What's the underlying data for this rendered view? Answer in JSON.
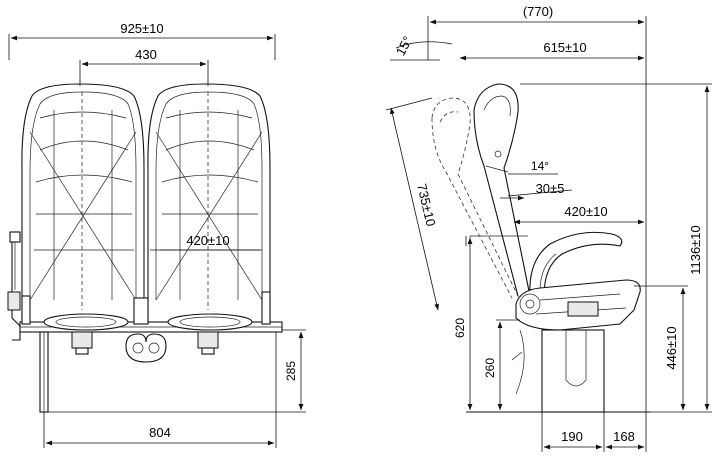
{
  "front_view": {
    "overall_width": "925±10",
    "seat_spacing": "430",
    "seat_depth": "420±10",
    "base_width": "804",
    "leg_height": "285"
  },
  "side_view": {
    "overall_depth": "(770)",
    "recline_angle": "15°",
    "depth_front": "615±10",
    "back_length": "735±10",
    "armrest_angle": "14°",
    "armrest_offset": "30±5",
    "cushion_depth": "420±10",
    "overall_height": "1136±10",
    "seat_height": "620",
    "hinge_height": "260",
    "cushion_height": "446±10",
    "base_depth": "190",
    "front_overhang": "168"
  }
}
